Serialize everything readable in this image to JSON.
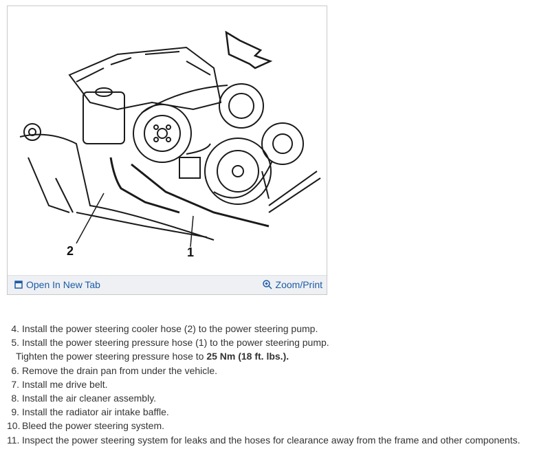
{
  "figure": {
    "callouts": [
      "2",
      "1"
    ],
    "open_tab_label": "Open In New Tab",
    "zoom_print_label": "Zoom/Print",
    "icons": {
      "open": "open-in-new-tab-icon",
      "zoom": "zoom-in-icon"
    },
    "accent": "#1b5ba8"
  },
  "steps": [
    {
      "num": "4.",
      "text": "Install the power steering cooler hose (2) to the power steering pump."
    },
    {
      "num": "5.",
      "text": "Install the power steering pressure hose (1) to the power steering pump."
    },
    {
      "sub_text": "Tighten the power steering pressure hose to ",
      "sub_bold": "25 Nm (18 ft. lbs.)",
      "sub_end": "."
    },
    {
      "num": "6.",
      "text": "Remove the drain pan from under the vehicle."
    },
    {
      "num": "7.",
      "text": "Install me drive belt."
    },
    {
      "num": "8.",
      "text": "Install the air cleaner assembly."
    },
    {
      "num": "9.",
      "text": "Install the radiator air intake baffle."
    },
    {
      "num": "10.",
      "text": "Bleed the power steering system."
    },
    {
      "num": "11.",
      "text": "Inspect the power steering system for leaks and the hoses for clearance away from the frame and other components."
    }
  ]
}
